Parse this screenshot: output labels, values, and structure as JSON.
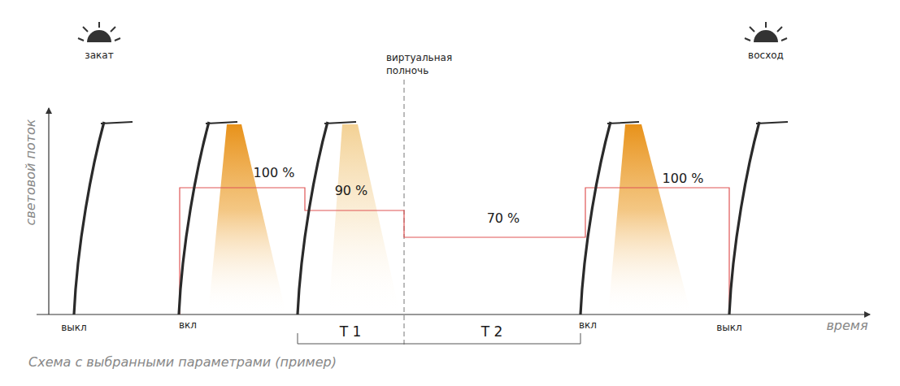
{
  "diagram": {
    "caption": "Схема с выбранными параметрами (пример)",
    "labels": [
      "закат",
      "виртуальная полночь",
      "восход",
      "световой поток",
      "100 %",
      "90 %",
      "70 %",
      "100 %",
      "выкл",
      "вкл",
      "вкл",
      "выкл",
      "T 1",
      "T 2",
      "время"
    ]
  }
}
